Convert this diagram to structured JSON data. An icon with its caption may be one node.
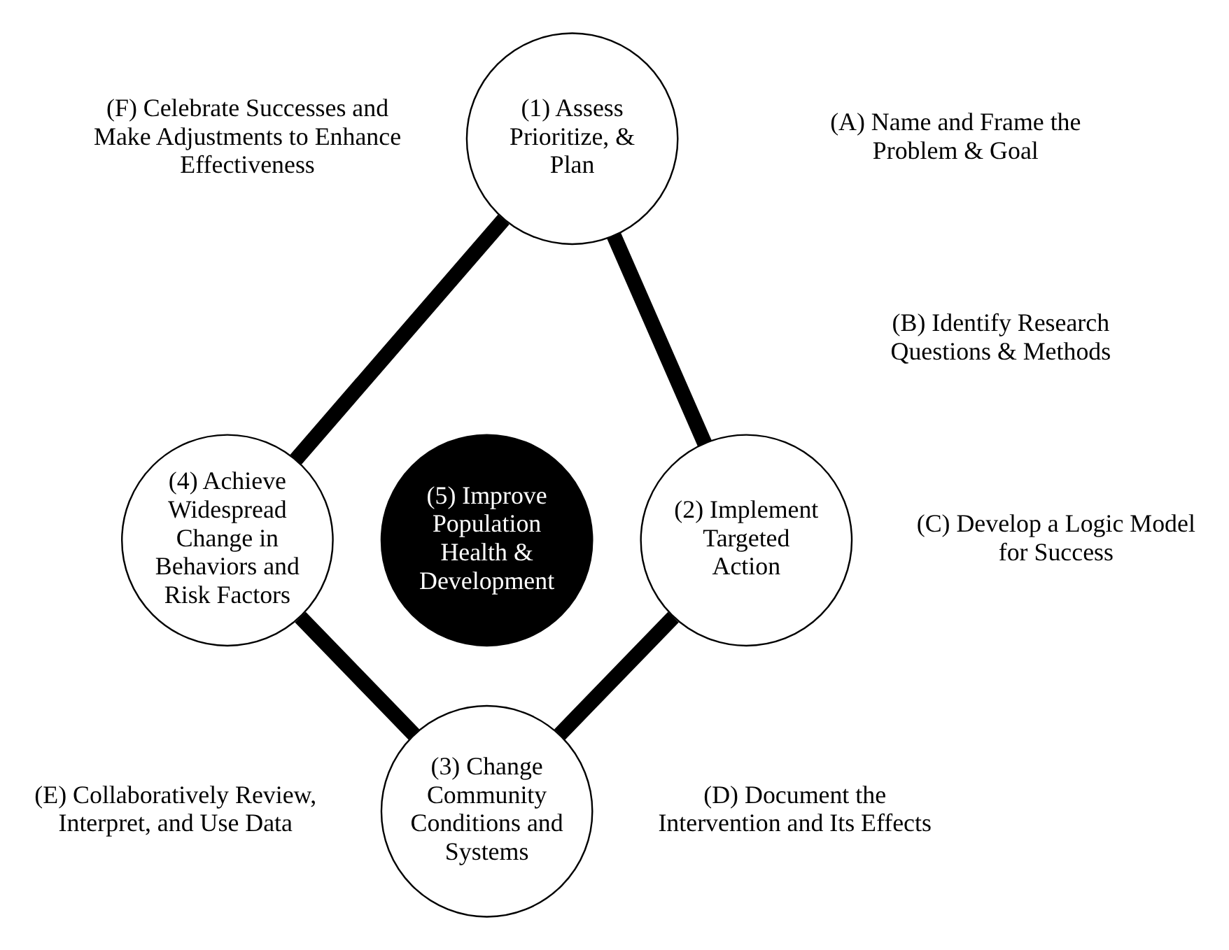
{
  "diagram": {
    "nodes": [
      {
        "text": [
          "(1) Assess Prioritize, & Plan"
        ]
      },
      {
        "text": [
          "(2) Implement Targeted Action"
        ]
      },
      {
        "text": [
          "(3) Change Community Conditions and Systems"
        ]
      },
      {
        "text": [
          "(4) Achieve Widespread Change in Behaviors and Risk Factors"
        ]
      },
      {
        "text": [
          "(5) Improve Population Health & Development"
        ]
      }
    ],
    "edges": [
      {
        "from": 0,
        "to": 1,
        "arrow": "none"
      },
      {
        "from": 1,
        "to": 2,
        "arrow": "none"
      },
      {
        "from": 2,
        "to": 3,
        "arrow": "none"
      },
      {
        "from": 3,
        "to": 0,
        "arrow": "none"
      }
    ],
    "labels": [
      "(A) Name and Frame the Problem & Goal",
      "(F) Celebrate Successes and Make Adjustments to Enhance Effectiveness",
      "(B) Identify Research Questions & Methods",
      "(C) Develop a Logic Model for Success",
      "(E) Collaboratively Review, Interpret, and Use Data",
      "(D) Document the Intervention and Its Effects"
    ]
  }
}
